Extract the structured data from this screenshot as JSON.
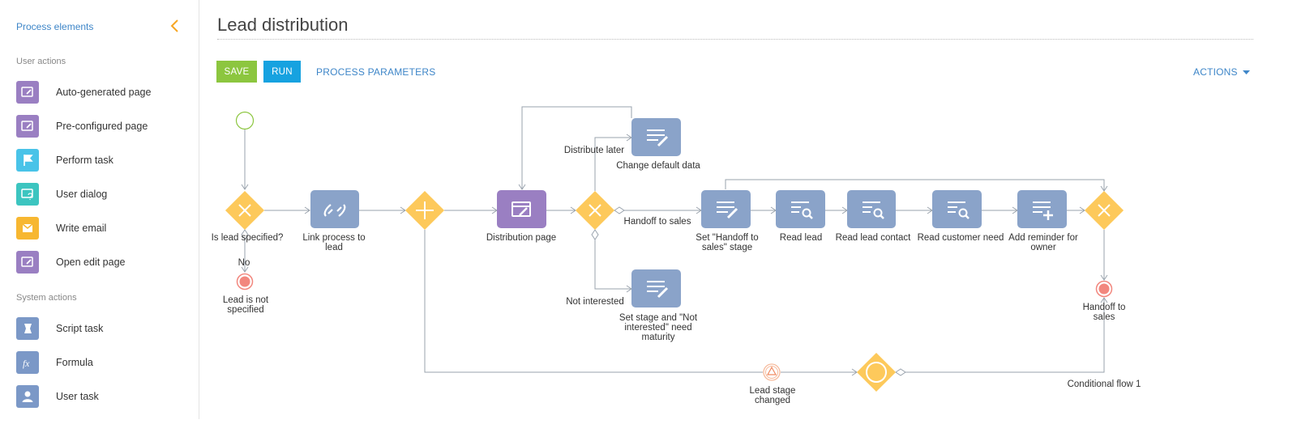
{
  "sidebar": {
    "header": "Process elements",
    "sections": {
      "user_actions": "User actions",
      "system_actions": "System actions"
    },
    "items": [
      {
        "label": "Auto-generated page",
        "icon": "page-edit-icon",
        "color": "#9a7fc2"
      },
      {
        "label": "Pre-configured page",
        "icon": "page-edit-icon",
        "color": "#9a7fc2"
      },
      {
        "label": "Perform task",
        "icon": "flag-icon",
        "color": "#49c3e8"
      },
      {
        "label": "User dialog",
        "icon": "dialog-question-icon",
        "color": "#3cc5c0"
      },
      {
        "label": "Write email",
        "icon": "envelope-icon",
        "color": "#f7b731"
      },
      {
        "label": "Open edit page",
        "icon": "page-edit-icon",
        "color": "#9a7fc2"
      },
      {
        "label": "Script task",
        "icon": "script-icon",
        "color": "#7b98c7"
      },
      {
        "label": "Formula",
        "icon": "fx-icon",
        "color": "#7b98c7"
      },
      {
        "label": "User task",
        "icon": "user-icon",
        "color": "#7b98c7"
      }
    ]
  },
  "header": {
    "title": "Lead distribution",
    "save_label": "SAVE",
    "run_label": "RUN",
    "parameters_label": "PROCESS PARAMETERS",
    "actions_label": "ACTIONS"
  },
  "colors": {
    "accent_orange": "#f7a623",
    "gateway": "#fdc95b",
    "task_blue": "#8aa3c9",
    "task_purple": "#9a7fc2",
    "save_green": "#8cc63f",
    "run_blue": "#16a2e0",
    "end_event": "#f2877e",
    "start_event": "#8cc63f"
  },
  "diagram": {
    "labels": {
      "is_lead_specified": "Is lead specified?",
      "no": "No",
      "lead_not_specified_1": "Lead is not",
      "lead_not_specified_2": "specified",
      "link_process_1": "Link process to",
      "link_process_2": "lead",
      "distribution_page": "Distribution page",
      "distribute_later": "Distribute later",
      "change_default_data": "Change default data",
      "handoff_to_sales_flow": "Handoff to sales",
      "not_interested": "Not interested",
      "set_handoff_1": "Set \"Handoff to",
      "set_handoff_2": "sales\" stage",
      "set_stage_1": "Set stage and \"Not",
      "set_stage_2": "interested\" need",
      "set_stage_3": "maturity",
      "read_lead": "Read lead",
      "read_lead_contact": "Read lead contact",
      "read_customer_need": "Read customer need",
      "add_reminder_1": "Add reminder for",
      "add_reminder_2": "owner",
      "handoff_end_1": "Handoff to",
      "handoff_end_2": "sales",
      "lead_stage_changed_1": "Lead stage",
      "lead_stage_changed_2": "changed",
      "conditional_flow": "Conditional flow 1"
    }
  }
}
